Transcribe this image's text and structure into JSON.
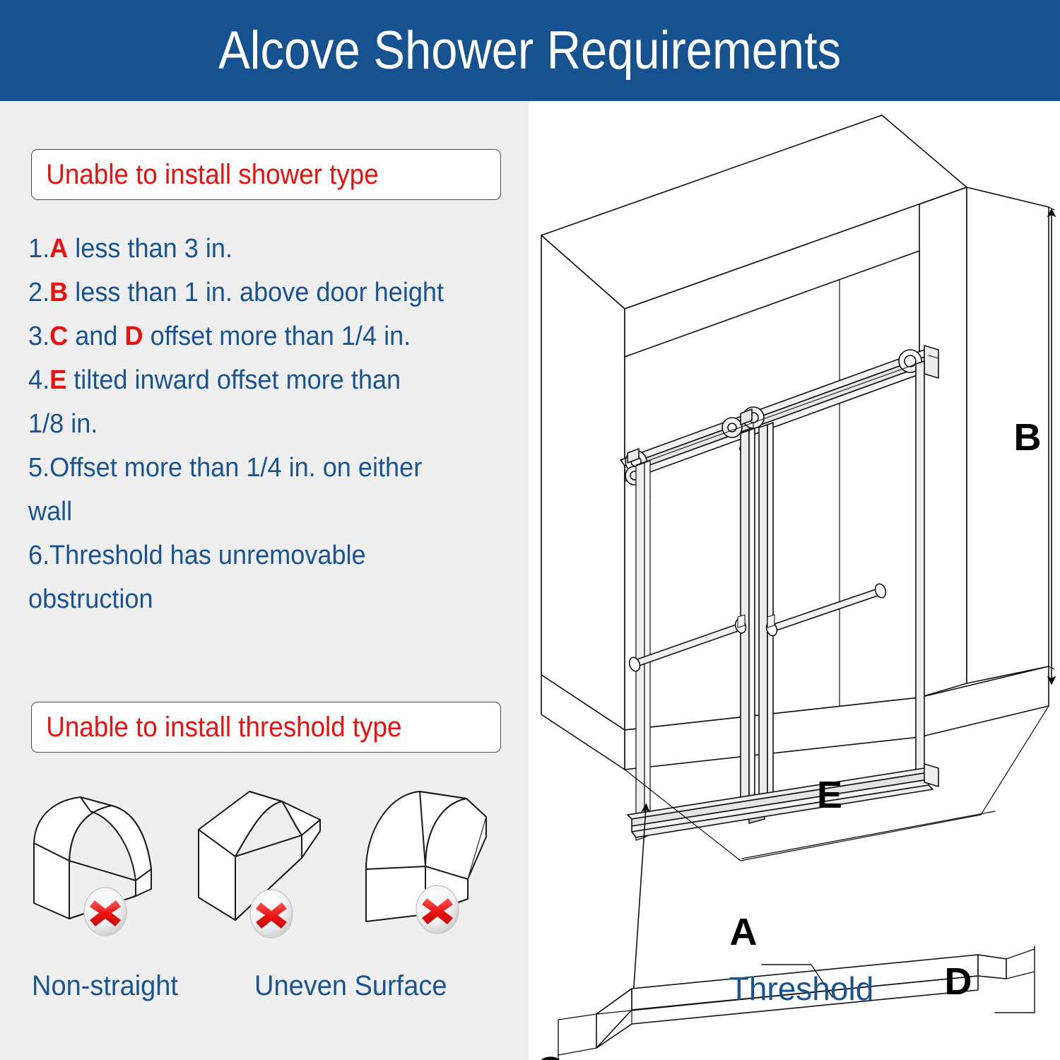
{
  "header": {
    "title": "Alcove Shower Requirements",
    "bg_color": "#15528f",
    "text_color": "#ffffff"
  },
  "colors": {
    "panel_bg": "#efefef",
    "body_text": "#1a5490",
    "alert_text": "#e8110f",
    "drawing_line": "#000000",
    "badge_x": "#e8110f"
  },
  "left_panel": {
    "shower_callout": "Unable to install shower type",
    "threshold_callout": "Unable to install threshold type",
    "requirements": [
      {
        "num": "1.",
        "letter": "A",
        "rest": " less than 3 in."
      },
      {
        "num": "2.",
        "letter": "B",
        "rest": " less than 1 in. above door height"
      },
      {
        "num": "3.",
        "letter": "C",
        "rest": " and ",
        "letter2": "D",
        "rest2": " offset more than 1/4 in."
      },
      {
        "num": "4.",
        "letter": "E",
        "rest": " tilted inward offset more than"
      },
      {
        "num": "",
        "letter": "",
        "rest": "1/8 in."
      },
      {
        "num": "5.",
        "letter": "",
        "rest": "Offset more than 1/4 in. on either"
      },
      {
        "num": "",
        "letter": "",
        "rest": "wall"
      },
      {
        "num": "6.",
        "letter": "",
        "rest": "Threshold has unremovable"
      },
      {
        "num": "",
        "letter": "",
        "rest": "obstruction"
      }
    ],
    "threshold_shapes": [
      {
        "name": "curved-bar",
        "label": "Non-straight",
        "badge": "red-x-icon"
      },
      {
        "name": "uneven-bar",
        "label": "Uneven Surface",
        "badge": "red-x-icon"
      },
      {
        "name": "rounded-bar",
        "label": "",
        "badge": "red-x-icon"
      }
    ]
  },
  "drawing": {
    "name": "alcove-shower-isometric",
    "dimension_labels": {
      "A": "A",
      "B": "B",
      "C": "C",
      "D": "D",
      "E": "E"
    },
    "threshold_label": "Threshold"
  }
}
